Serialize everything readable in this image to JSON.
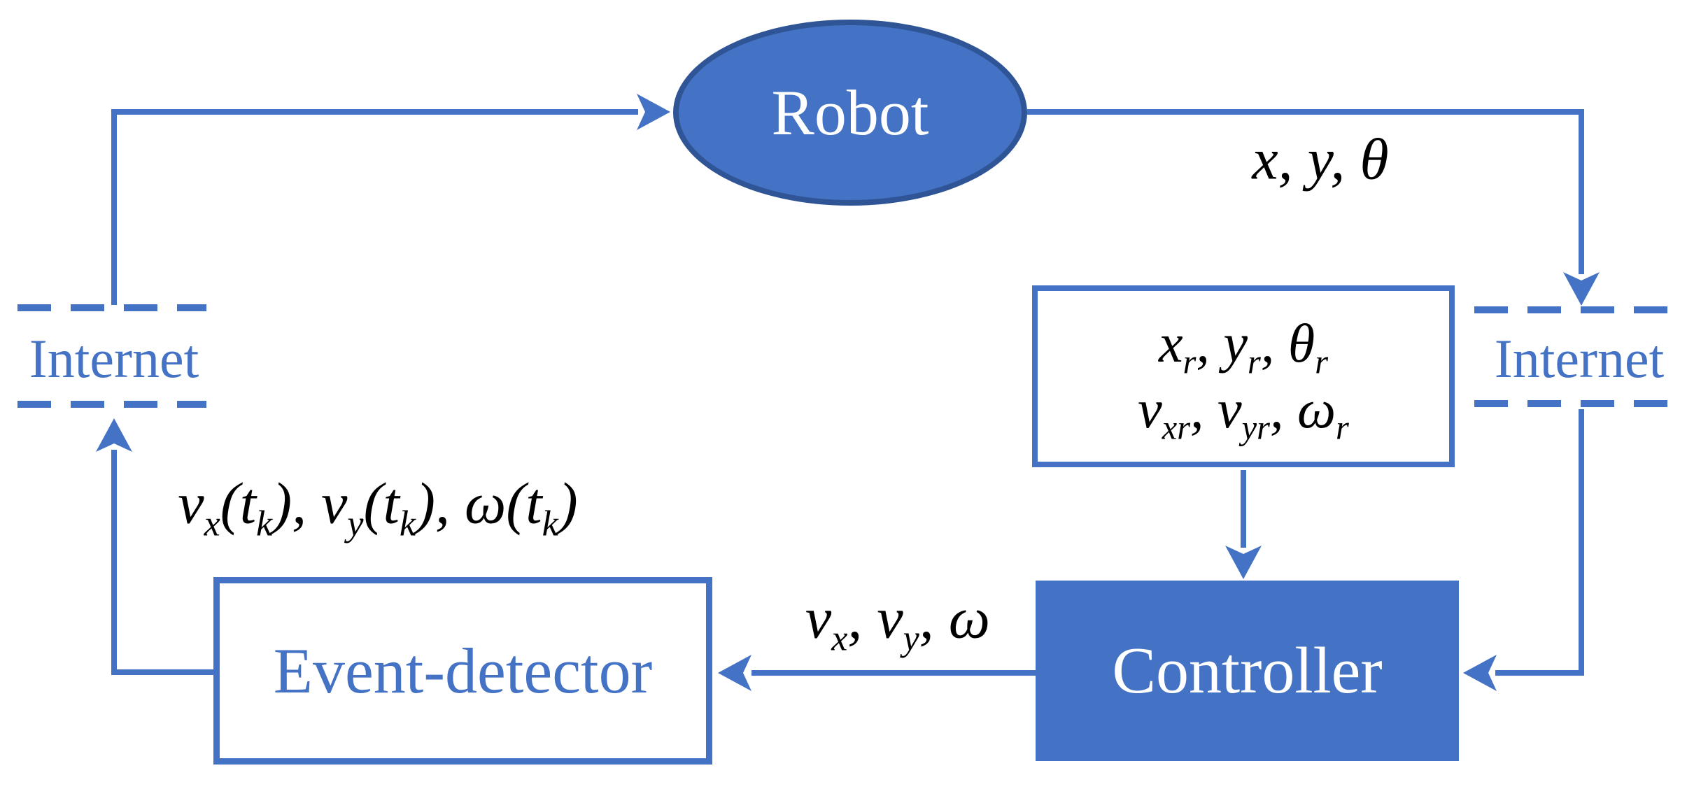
{
  "diagram": {
    "title_semantic": "event-triggered networked robot control loop",
    "colors": {
      "accent": "#4472C4",
      "accent_dark": "#2F5597",
      "math_text": "#000000",
      "background": "#ffffff"
    },
    "nodes": {
      "robot": {
        "label": "Robot"
      },
      "reference_input": {
        "line1": "x_r, y_r, θ_r",
        "line2": "v_xr, v_yr, ω_r"
      },
      "controller": {
        "label": "Controller"
      },
      "event_detector": {
        "label": "Event-detector"
      },
      "internet_left": {
        "label": "Internet"
      },
      "internet_right": {
        "label": "Internet"
      }
    },
    "edge_labels": {
      "robot_to_internet_right": "x, y, θ",
      "controller_to_event_detector": "v_x, v_y, ω",
      "event_detector_to_internet_left": "v_x(t_k), v_y(t_k), ω(t_k)"
    }
  }
}
